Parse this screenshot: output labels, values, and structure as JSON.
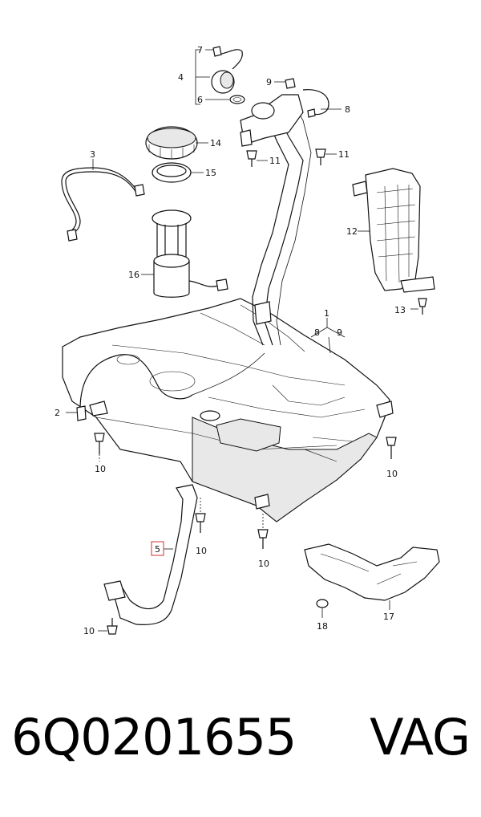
{
  "footer": {
    "part_number": "6Q0201655",
    "brand": "VAG"
  },
  "highlight_color": "#d9534f",
  "callouts": {
    "c1": "1",
    "c2": "2",
    "c3": "3",
    "c4": "4",
    "c5": "5",
    "c6": "6",
    "c7": "7",
    "c8": "8",
    "c8b": "8",
    "c9": "9",
    "c9b": "9",
    "c10a": "10",
    "c10b": "10",
    "c10c": "10",
    "c10d": "10",
    "c10e": "10",
    "c11a": "11",
    "c11b": "11",
    "c12": "12",
    "c13": "13",
    "c14": "14",
    "c15": "15",
    "c16": "16",
    "c17": "17",
    "c18": "18"
  }
}
